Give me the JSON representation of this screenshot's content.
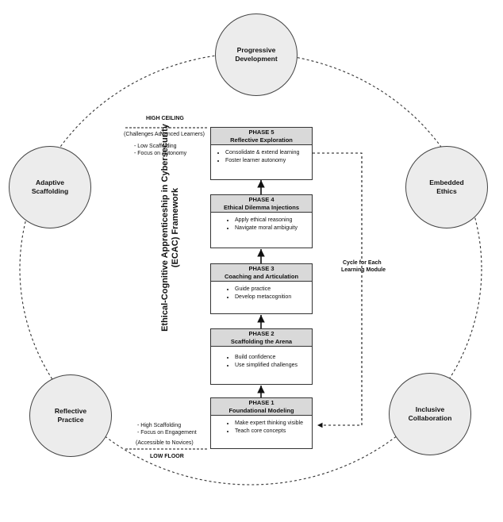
{
  "framework_title": "Ethical-Cognitive Apprenticeship in Cybersecurity (ECAC) Framework",
  "pillars": [
    {
      "label": "Progressive\nDevelopment"
    },
    {
      "label": "Embedded\nEthics"
    },
    {
      "label": "Inclusive\nCollaboration"
    },
    {
      "label": "Reflective\nPractice"
    },
    {
      "label": "Adaptive\nScaffolding"
    }
  ],
  "phases": [
    {
      "number": "PHASE 5",
      "name": "Reflective Exploration",
      "items": [
        "Consolidate & extend learning",
        "Foster learner autonomy"
      ]
    },
    {
      "number": "PHASE 4",
      "name": "Ethical Dilemma Injections",
      "items": [
        "Apply ethical reasoning",
        "Navigate moral ambiguity"
      ]
    },
    {
      "number": "PHASE 3",
      "name": "Coaching and Articulation",
      "items": [
        "Guide practice",
        "Develop metacognition"
      ]
    },
    {
      "number": "PHASE 2",
      "name": "Scaffolding the Arena",
      "items": [
        "Build confidence",
        "Use simplified challenges"
      ]
    },
    {
      "number": "PHASE 1",
      "name": "Foundational Modeling",
      "items": [
        "Make expert thinking visible",
        "Teach core concepts"
      ]
    }
  ],
  "ceiling": {
    "title": "HIGH CEILING",
    "subtitle": "(Challenges Advanced Learners)",
    "notes": [
      "- Low Scaffolding",
      "- Focus on Autonomy"
    ]
  },
  "floor": {
    "title": "LOW FLOOR",
    "subtitle": "(Accessible to Novices)",
    "notes": [
      "- High Scaffolding",
      "- Focus on Engagement"
    ]
  },
  "cycle_label": {
    "line1": "Cycle for Each",
    "line2": "Learning Module"
  },
  "colors": {
    "pillar_fill": "#ececec",
    "header_fill": "#d9d9d9",
    "stroke": "#333333"
  }
}
